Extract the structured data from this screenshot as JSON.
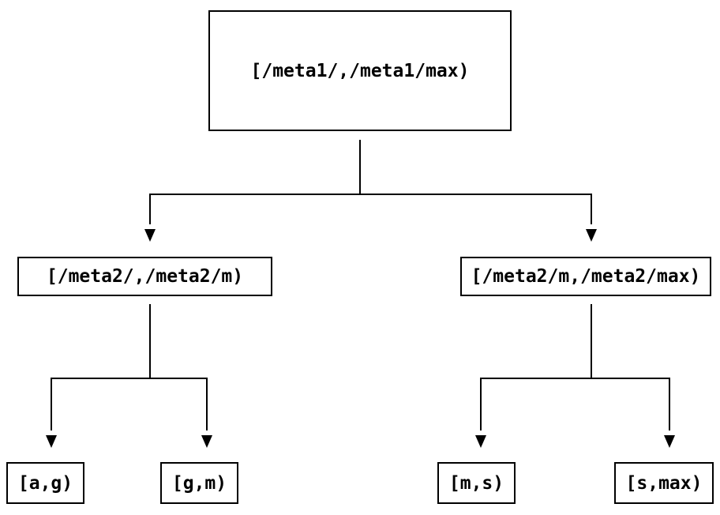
{
  "diagram": {
    "type": "tree",
    "nodes": {
      "root": {
        "label": "[/meta1/,/meta1/max)"
      },
      "meta2_low": {
        "label": "[/meta2/,/meta2/m)"
      },
      "meta2_high": {
        "label": "[/meta2/m,/meta2/max)"
      },
      "leaf_ag": {
        "label": "[a,g)"
      },
      "leaf_gm": {
        "label": "[g,m)"
      },
      "leaf_ms": {
        "label": "[m,s)"
      },
      "leaf_smax": {
        "label": "[s,max)"
      }
    },
    "edges": [
      {
        "from": "root",
        "to": "meta2_low"
      },
      {
        "from": "root",
        "to": "meta2_high"
      },
      {
        "from": "meta2_low",
        "to": "leaf_ag"
      },
      {
        "from": "meta2_low",
        "to": "leaf_gm"
      },
      {
        "from": "meta2_high",
        "to": "leaf_ms"
      },
      {
        "from": "meta2_high",
        "to": "leaf_smax"
      }
    ],
    "colors": {
      "line": "#000000",
      "box_border": "#000000",
      "text": "#000000",
      "background": "#ffffff"
    }
  }
}
